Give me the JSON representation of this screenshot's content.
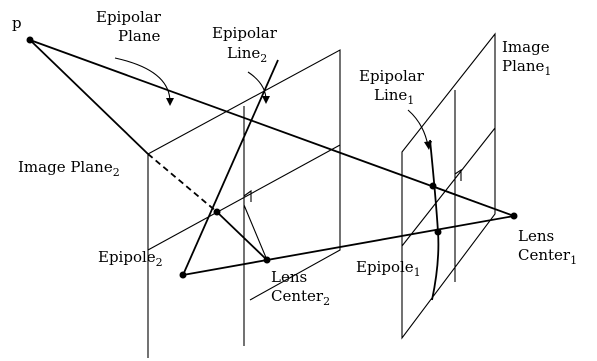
{
  "labels": {
    "p": "p",
    "epipolar_plane_1": "Epipolar",
    "epipolar_plane_2": "Plane",
    "epipolar_line2_1": "Epipolar",
    "epipolar_line2_2": "Line",
    "epipolar_line2_sub": "2",
    "epipolar_line1_1": "Epipolar",
    "epipolar_line1_2": "Line",
    "epipolar_line1_sub": "1",
    "image_plane1_1": "Image",
    "image_plane1_2": "Plane",
    "image_plane1_sub": "1",
    "image_plane2": "Image Plane",
    "image_plane2_sub": "2",
    "epipole2": "Epipole",
    "epipole2_sub": "2",
    "epipole1": "Epipole",
    "epipole1_sub": "1",
    "lens_center2_1": "Lens",
    "lens_center2_2": "Center",
    "lens_center2_sub": "2",
    "lens_center1_1": "Lens",
    "lens_center1_2": "Center",
    "lens_center1_sub": "1"
  }
}
